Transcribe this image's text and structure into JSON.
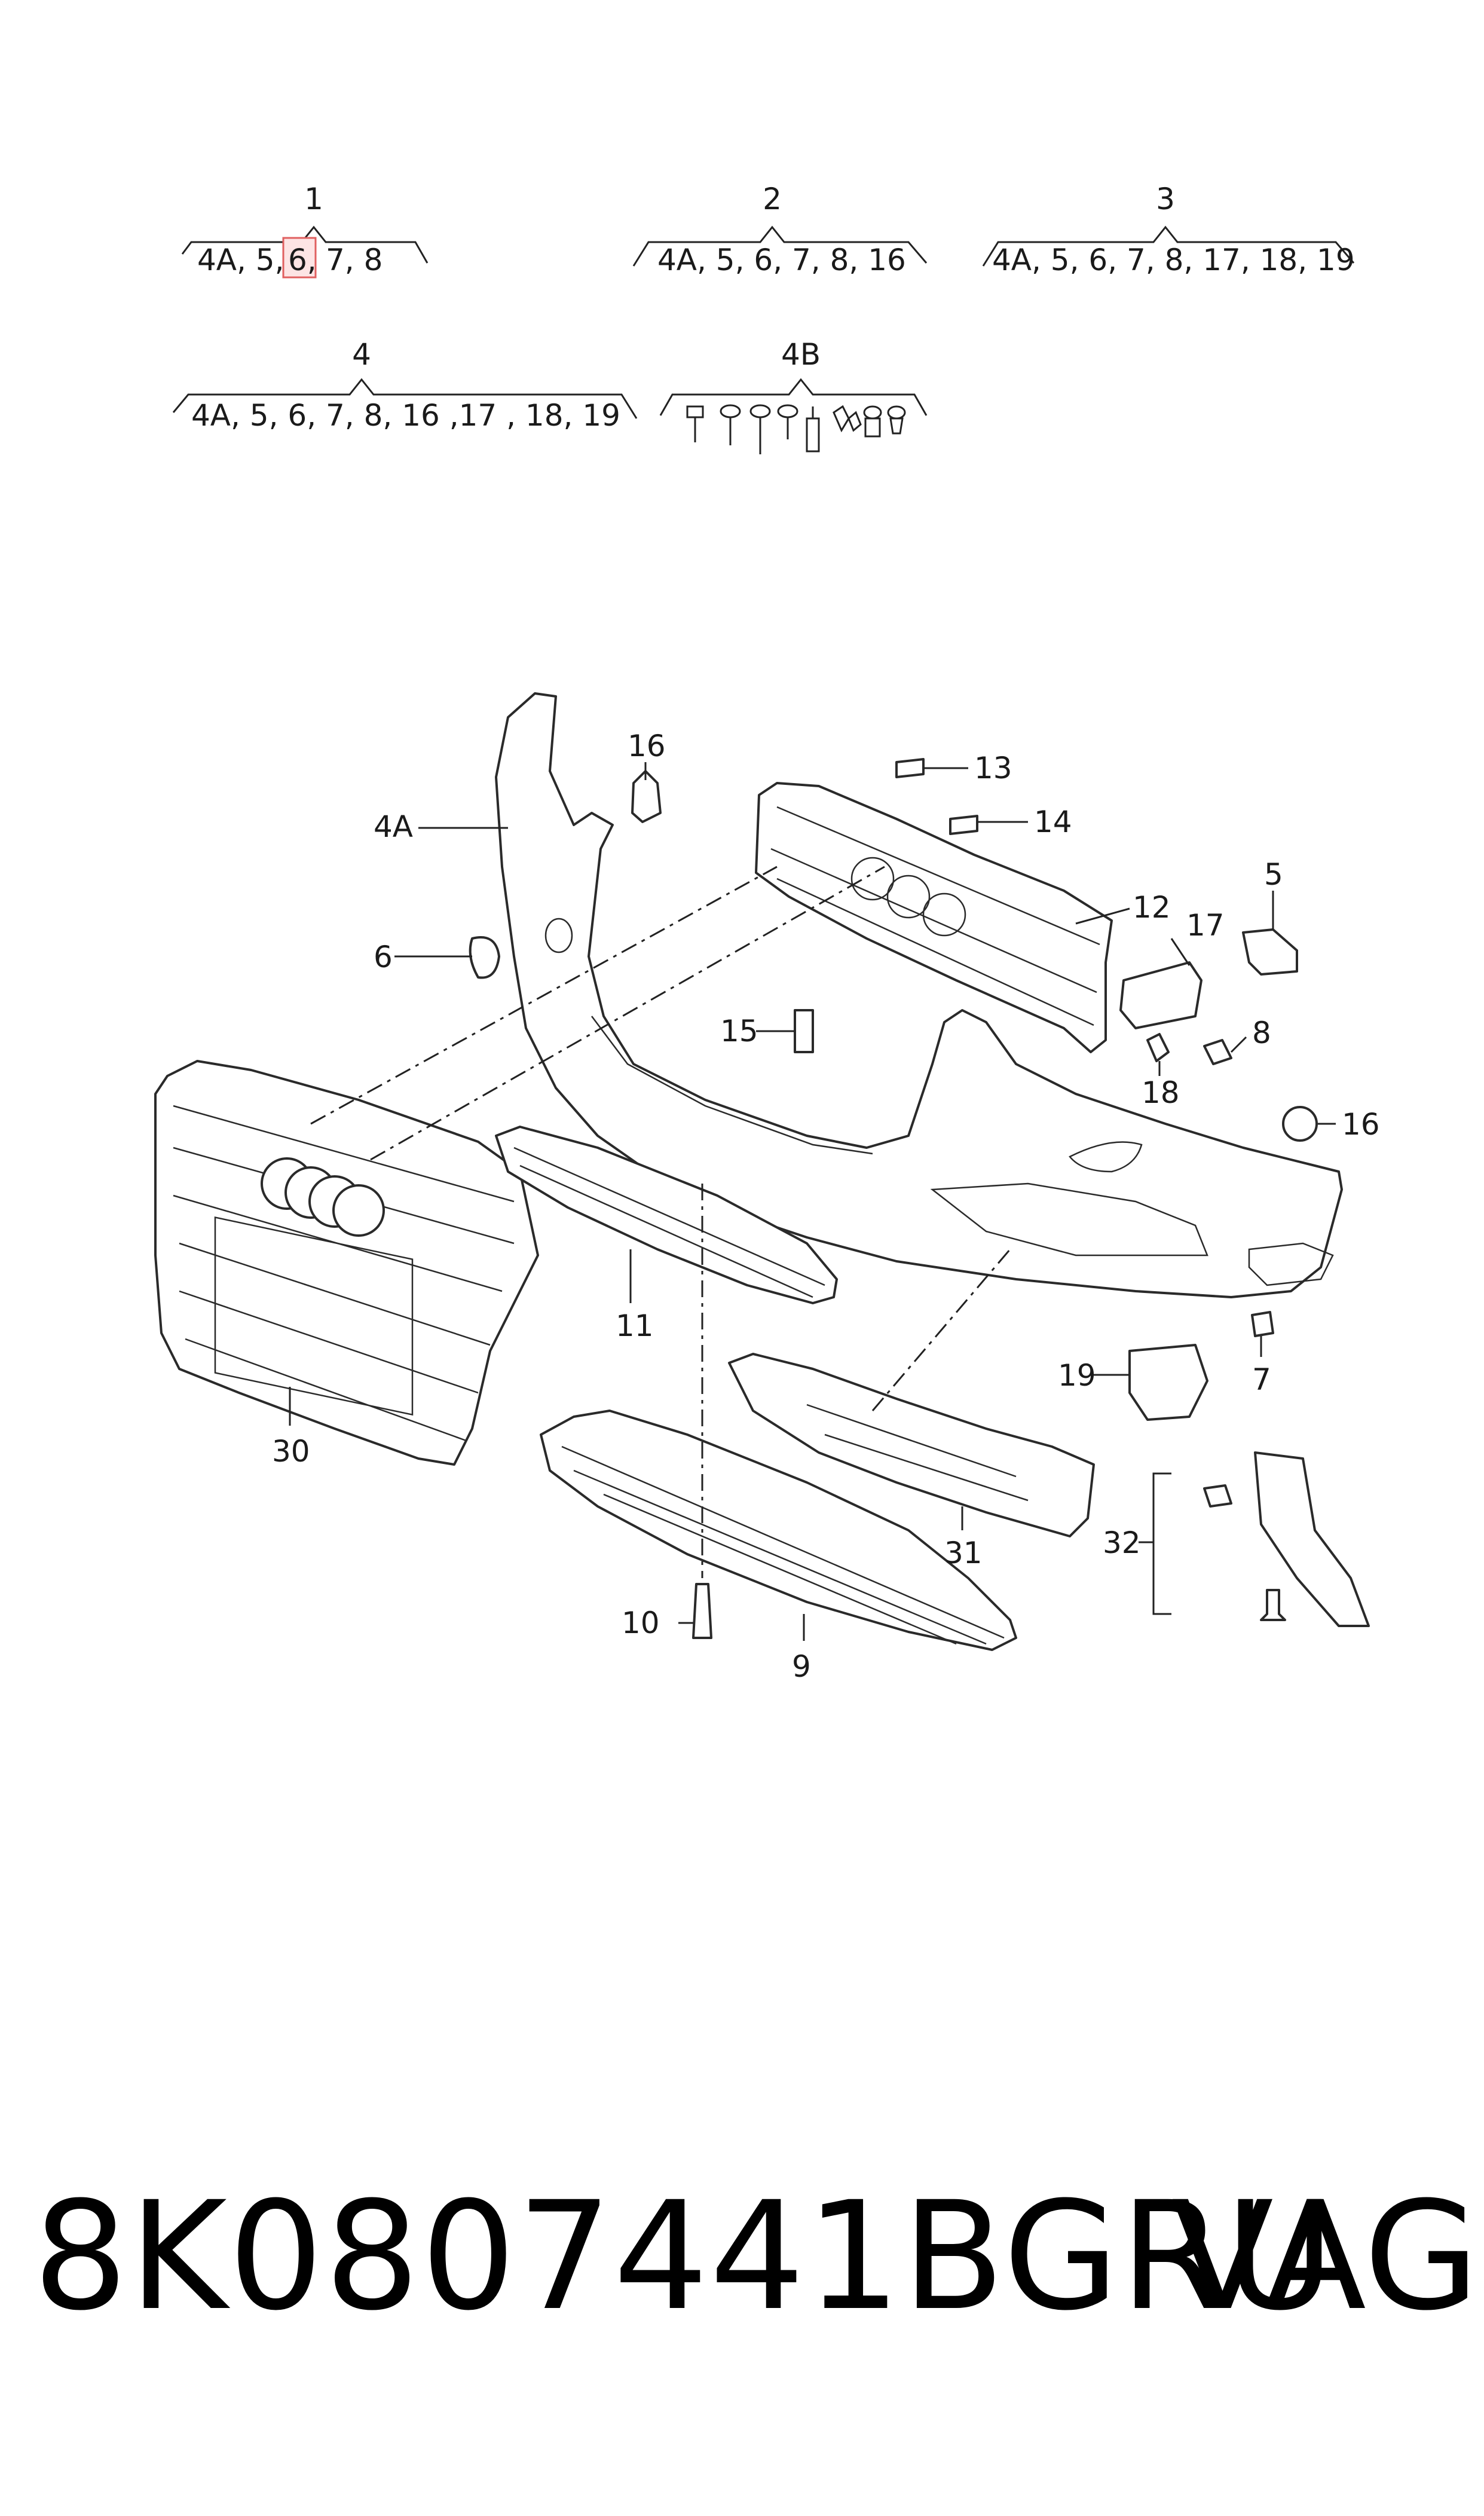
{
  "groups": [
    {
      "id": "1",
      "items": "4A, 5, 6, 7, 8",
      "highlight": "6,"
    },
    {
      "id": "2",
      "items": "4A, 5, 6, 7, 8, 16"
    },
    {
      "id": "3",
      "items": "4A, 5, 6, 7, 8, 17, 18, 19"
    },
    {
      "id": "4",
      "items": "4A, 5, 6, 7, 8, 16 ,17 , 18, 19"
    },
    {
      "id": "4B",
      "items": ""
    }
  ],
  "group1_parts": {
    "a": "4A, 5,",
    "b": "6,",
    "c": "7, 8"
  },
  "callouts": [
    "4A",
    "16",
    "13",
    "14",
    "12",
    "17",
    "5",
    "6",
    "15",
    "8",
    "18",
    "16",
    "11",
    "30",
    "19",
    "7",
    "31",
    "32",
    "10",
    "9"
  ],
  "footer": {
    "part_number": "8K0807441BGRU",
    "brand": "VAG"
  },
  "colors": {
    "line": "#222222",
    "highlight_border": "#e06060",
    "highlight_fill": "#fde4e4"
  }
}
